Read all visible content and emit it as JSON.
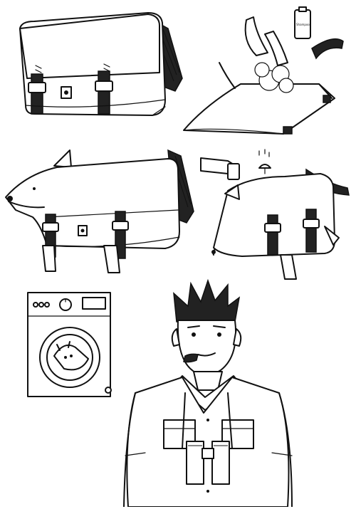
{
  "illustration": {
    "panels": [
      {
        "id": "bag",
        "icon": "messenger-bag-icon"
      },
      {
        "id": "washing-dog",
        "icon": "dog-washing-icon"
      },
      {
        "id": "dog-bag",
        "icon": "dog-bag-icon"
      },
      {
        "id": "bag-with-spray",
        "icon": "spray-bottle-icon"
      },
      {
        "id": "washing-machine",
        "icon": "washing-machine-icon"
      },
      {
        "id": "explorer",
        "icon": "man-with-pipe-icon"
      }
    ],
    "bottle_label": "Shampoo"
  },
  "colors": {
    "ink": "#111111",
    "paper": "#ffffff"
  }
}
